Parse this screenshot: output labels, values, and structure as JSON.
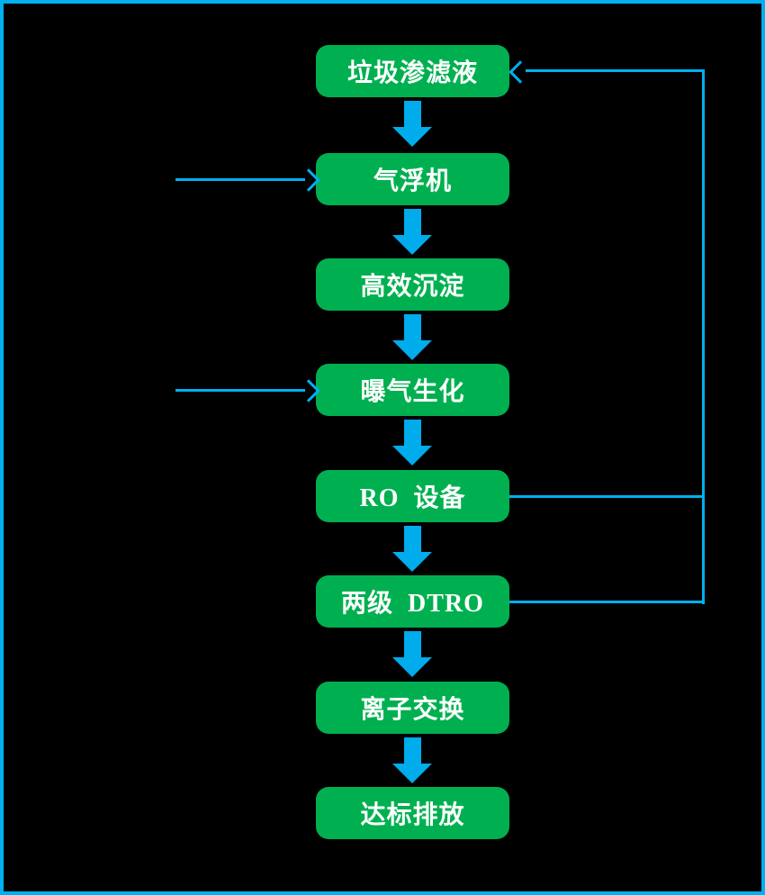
{
  "diagram": {
    "type": "flowchart",
    "background_color": "#000000",
    "frame_color": "#00B0F0",
    "node_color": "#00B050",
    "arrow_color": "#00ACEC",
    "line_color": "#00B0F0",
    "text_color": "#FFFFFF",
    "steps": [
      {
        "label": "垃圾渗滤液"
      },
      {
        "label": "气浮机"
      },
      {
        "label": "高效沉淀"
      },
      {
        "label": "曝气生化"
      },
      {
        "label": "RO  设备"
      },
      {
        "label": "两级  DTRO"
      },
      {
        "label": "离子交换"
      },
      {
        "label": "达标排放"
      }
    ],
    "connections": [
      {
        "from": "垃圾渗滤液",
        "to": "气浮机",
        "style": "thick-down-arrow"
      },
      {
        "from": "气浮机",
        "to": "高效沉淀",
        "style": "thick-down-arrow"
      },
      {
        "from": "高效沉淀",
        "to": "曝气生化",
        "style": "thick-down-arrow"
      },
      {
        "from": "曝气生化",
        "to": "RO 设备",
        "style": "thick-down-arrow"
      },
      {
        "from": "RO 设备",
        "to": "两级 DTRO",
        "style": "thick-down-arrow"
      },
      {
        "from": "两级 DTRO",
        "to": "离子交换",
        "style": "thick-down-arrow"
      },
      {
        "from": "离子交换",
        "to": "达标排放",
        "style": "thick-down-arrow"
      },
      {
        "from": "RO 设备",
        "to": "垃圾渗滤液",
        "style": "thin-line-right-return"
      },
      {
        "from": "两级 DTRO",
        "to": "垃圾渗滤液",
        "style": "thin-line-right-return"
      },
      {
        "from": "external-left",
        "to": "气浮机",
        "style": "thin-arrow"
      },
      {
        "from": "external-left",
        "to": "曝气生化",
        "style": "thin-arrow"
      }
    ]
  }
}
